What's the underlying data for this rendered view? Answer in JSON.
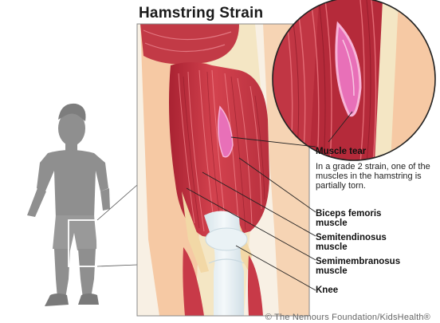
{
  "title": "Hamstring Strain",
  "labels": {
    "muscle_tear": "Muscle tear",
    "tear_description": "In a grade 2 strain, one of the muscles in the hamstring is partially torn.",
    "biceps_line1": "Biceps femoris",
    "biceps_line2": "muscle",
    "semiten_line1": "Semitendinosus",
    "semiten_line2": "muscle",
    "semimem_line1": "Semimembranosus",
    "semimem_line2": "muscle",
    "knee": "Knee"
  },
  "copyright": "© The Nemours Foundation/KidsHealth®",
  "colors": {
    "muscle_dark": "#b52a3a",
    "muscle_mid": "#d9434e",
    "muscle_light": "#e8737a",
    "skin": "#f6c9a4",
    "fat": "#f4e6c4",
    "bone": "#e4eef2",
    "tear": "#e870b8",
    "silhouette": "#8f8f8f"
  }
}
